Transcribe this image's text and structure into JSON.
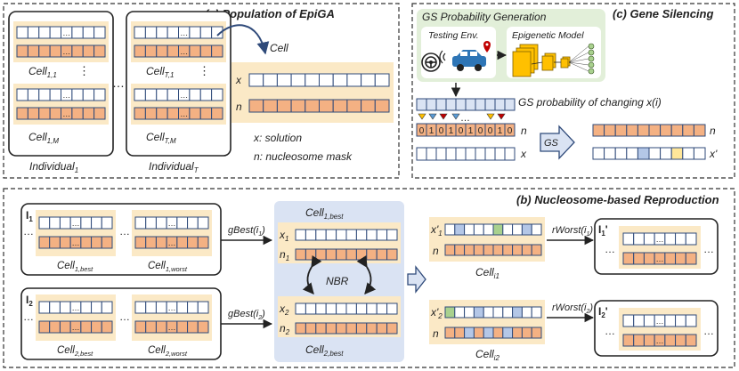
{
  "colors": {
    "cream": "#fbe9c6",
    "orange": "#f4b183",
    "white": "#ffffff",
    "blue_cell": "#dae3f3",
    "stroke_blue": "#2f4a7a",
    "panel_green": "#e2efd9",
    "panel_blue": "#dae3f3",
    "silenced_orange": "#e9a37a",
    "cell_light_blue": "#b4c7e7",
    "cell_green": "#a9d18e",
    "cell_yellow": "#ffe699",
    "gray": "#cfd5dd"
  },
  "panel_a": {
    "title": "(a) Population of EpiGA",
    "ind1_cell1_label": "Cell",
    "ind1_cell1_sub": "1,1",
    "ind1_cellM_label": "Cell",
    "ind1_cellM_sub": "1,M",
    "indT_cell1_label": "Cell",
    "indT_cell1_sub": "T,1",
    "indT_cellM_label": "Cell",
    "indT_cellM_sub": "T,M",
    "individual1": "Individual",
    "individual1_sub": "1",
    "individualT": "Individual",
    "individualT_sub": "T",
    "vdots": "⋮",
    "hdots": "…",
    "cell_heading": "Cell",
    "x_label": "x",
    "n_label": "n",
    "legend_x": "x: solution",
    "legend_n": "n: nucleosome mask"
  },
  "panel_c": {
    "title": "(c) Gene Silencing",
    "gs_title": "GS Probability Generation",
    "testing_env": "Testing Env.",
    "epigenetic_model": "Epigenetic Model",
    "gs_prob_text": "GS probability of changing x(i)",
    "mask_bits": [
      "0",
      "1",
      "0",
      "1",
      "0",
      "1",
      "0",
      "0",
      "1",
      "0"
    ],
    "n_label": "n",
    "x_label": "x",
    "gs_arrow_label": "GS",
    "n_out": "n",
    "x_out": "x'"
  },
  "panel_b": {
    "title": "(b) Nucleosome-based Reproduction",
    "i1": "I",
    "i1_sub": "1",
    "i2": "I",
    "i2_sub": "2",
    "cell1best": "Cell",
    "cell1best_sub": "1,best",
    "cell1worst": "Cell",
    "cell1worst_sub": "1,worst",
    "cell2best": "Cell",
    "cell2best_sub": "2,best",
    "cell2worst": "Cell",
    "cell2worst_sub": "2,worst",
    "gbest1": "gBest(i",
    "gbest1_sub": "1",
    "gbest1_close": ")",
    "gbest2": "gBest(i",
    "gbest2_sub": "2",
    "gbest2_close": ")",
    "nbr": "NBR",
    "x1": "x",
    "x1_sub": "1",
    "n1": "n",
    "n1_sub": "1",
    "x2": "x",
    "x2_sub": "2",
    "n2": "n",
    "n2_sub": "2",
    "top_best": "Cell",
    "top_best_sub": "1,best",
    "bot_best": "Cell",
    "bot_best_sub": "2,best",
    "xp1": "x'",
    "xp1_sub": "1",
    "xp2": "x'",
    "xp2_sub": "2",
    "np": "n",
    "celli1": "Cell",
    "celli1_sub": "i1",
    "celli2": "Cell",
    "celli2_sub": "i2",
    "rworst1": "rWorst(i",
    "rworst1_sub": "1",
    "rworst1_close": ")",
    "rworst2": "rWorst(i",
    "rworst2_sub": "2",
    "rworst2_close": ")",
    "i1p": "I",
    "i1p_sub": "1",
    "i1p_prime": "'",
    "i2p": "I",
    "i2p_sub": "2",
    "i2p_prime": "'",
    "hdots": "…"
  }
}
